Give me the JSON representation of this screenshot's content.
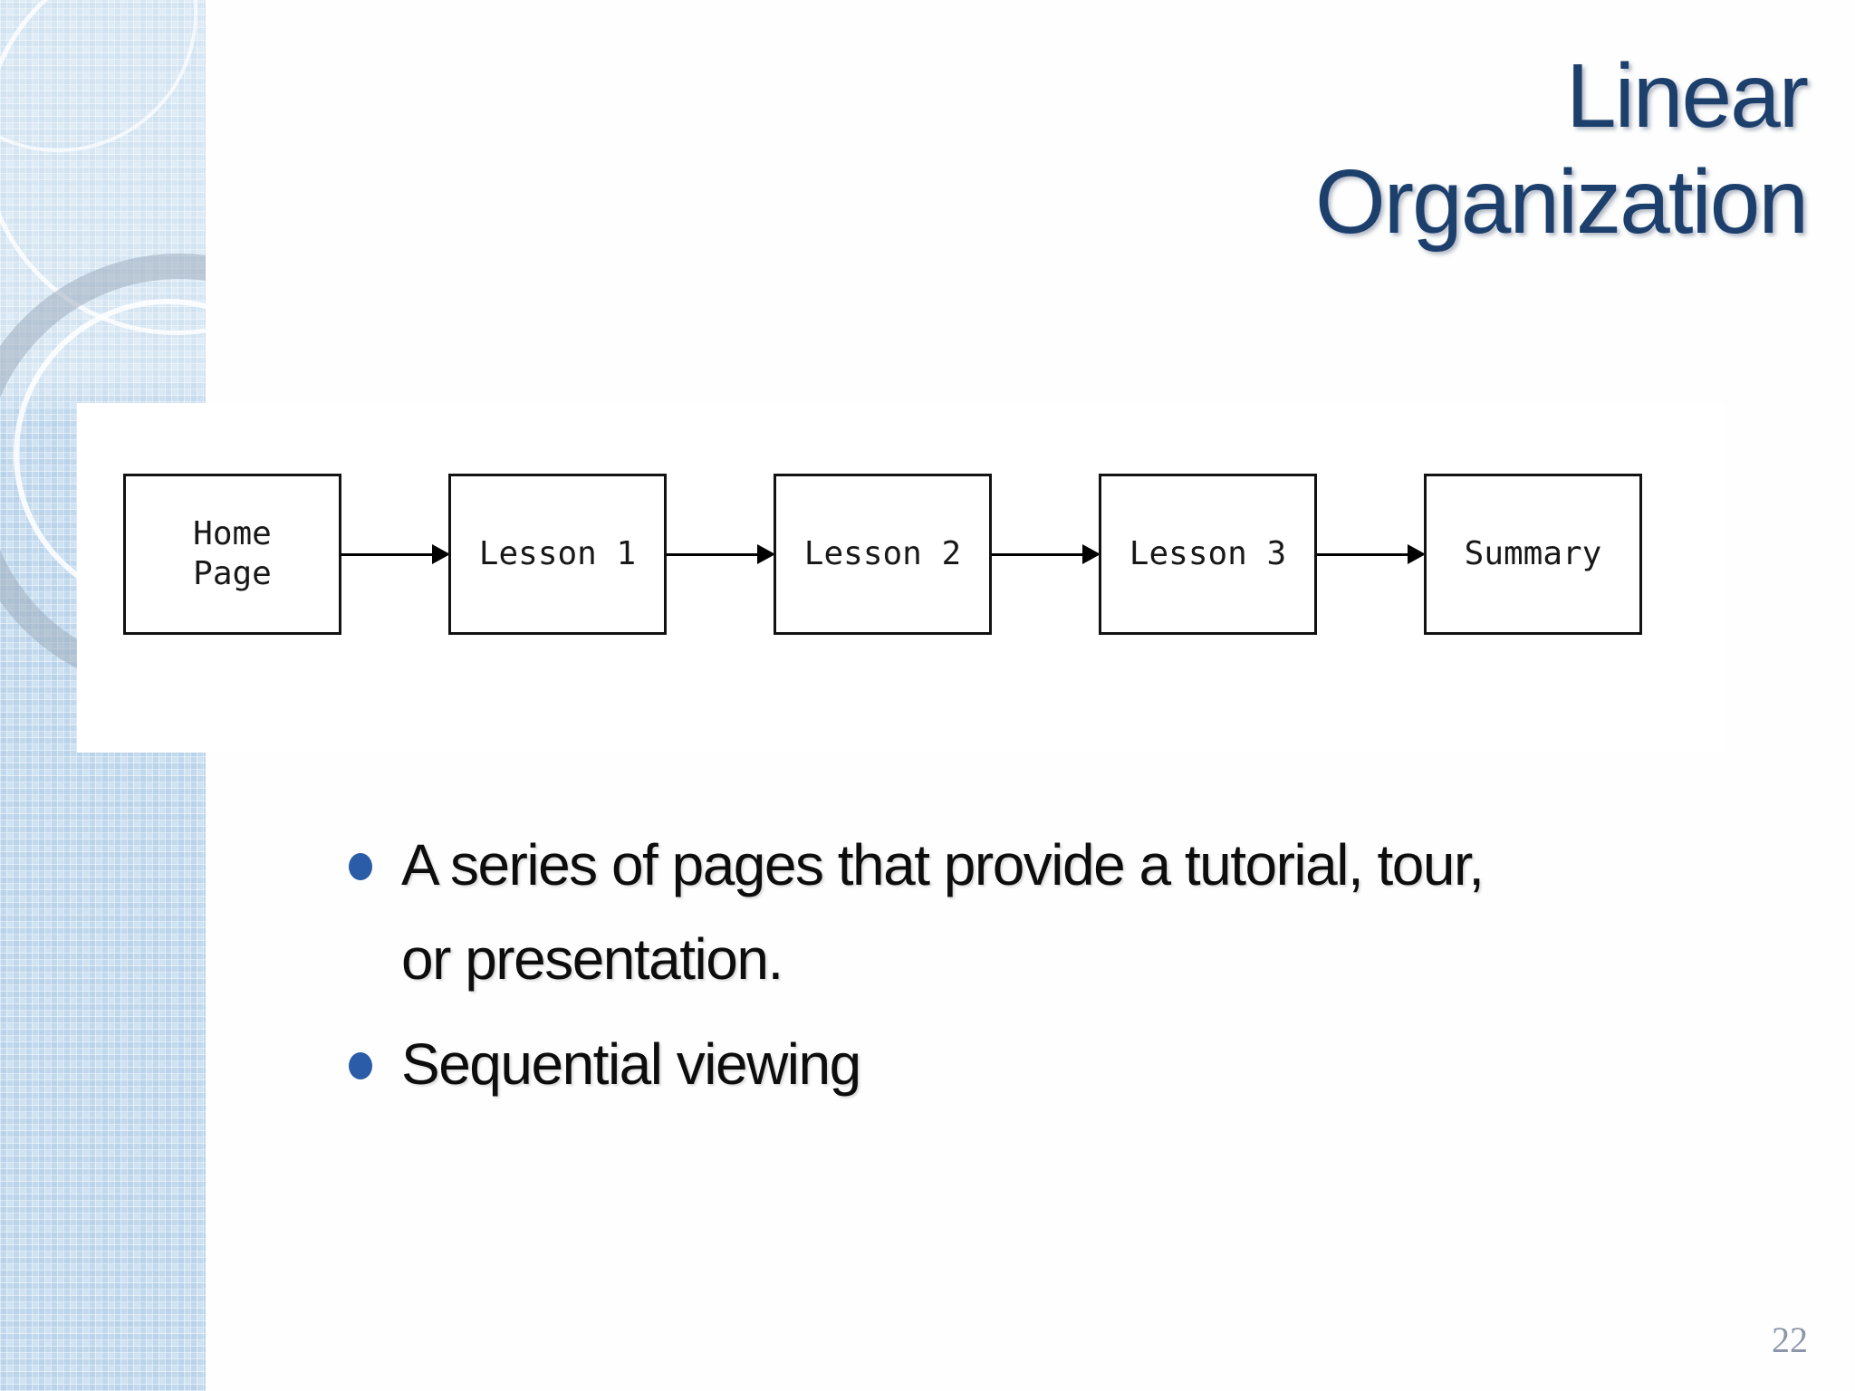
{
  "slide": {
    "title": {
      "lines": [
        "Linear",
        "Organization"
      ]
    },
    "diagram": {
      "nodes": [
        {
          "lines": [
            "Home",
            "Page"
          ]
        },
        {
          "lines": [
            "Lesson 1"
          ]
        },
        {
          "lines": [
            "Lesson 2"
          ]
        },
        {
          "lines": [
            "Lesson 3"
          ]
        },
        {
          "lines": [
            "Summary"
          ]
        }
      ],
      "connector_style": "right-arrow"
    },
    "bullets": [
      {
        "lines": [
          "A series of pages that provide a tutorial, tour,",
          "or presentation."
        ]
      },
      {
        "lines": [
          "Sequential viewing"
        ]
      }
    ],
    "page_number": "22",
    "colors": {
      "title_text": "#1d3f6c",
      "bullet_dot": "#2a5ca8",
      "body_text": "#0d0d0d",
      "page_number_text": "#8d96a8",
      "sidebar_base": "#cfe2f2",
      "diagram_border": "#121212"
    }
  }
}
